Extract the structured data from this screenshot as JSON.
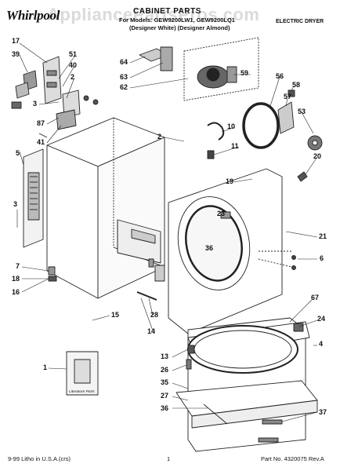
{
  "header": {
    "brand": "Whirlpool",
    "title": "CABINET PARTS",
    "model_line": "For Models: GEW9200LW1, GEW9200LQ1",
    "colors_line": "(Designer White) (Designer Almond)",
    "product_type": "ELECTRIC DRYER",
    "watermark": "AppliancePartsPros.com"
  },
  "diagram": {
    "booklet_label": "Literature Parts",
    "callouts": [
      "17",
      "39",
      "51",
      "40",
      "2",
      "3",
      "87",
      "41",
      "5",
      "64",
      "63",
      "62",
      "59",
      "56",
      "58",
      "57",
      "53",
      "10",
      "11",
      "2",
      "20",
      "19",
      "21",
      "23",
      "36",
      "6",
      "3",
      "7",
      "18",
      "16",
      "15",
      "28",
      "14",
      "67",
      "24",
      "4",
      "13",
      "26",
      "35",
      "27",
      "36",
      "1",
      "37"
    ]
  },
  "footer": {
    "left": "9-99 Litho in U.S.A.(crs)",
    "center": "1",
    "right": "Part No. 4320075 Rev.A"
  }
}
